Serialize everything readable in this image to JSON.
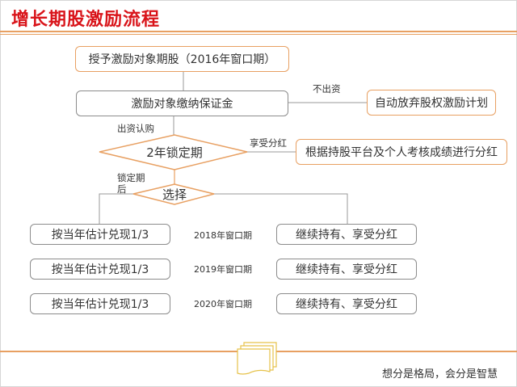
{
  "title": "增长期股激励流程",
  "nodes": {
    "grant": "授予激励对象期股（2016年窗口期）",
    "deposit": "激励对象缴纳保证金",
    "abandon": "自动放弃股权激励计划",
    "lockup": "2年锁定期",
    "dividend": "根据持股平台及个人考核成绩进行分红",
    "choose": "选择"
  },
  "edge_labels": {
    "no_invest": "不出资",
    "invest": "出资认购",
    "enjoy_dividend": "享受分红",
    "after_lockup": "锁定期后"
  },
  "rows": [
    {
      "left": "按当年估计兑现1/3",
      "window": "2018年窗口期",
      "right": "继续持有、享受分红"
    },
    {
      "left": "按当年估计兑现1/3",
      "window": "2019年窗口期",
      "right": "继续持有、享受分红"
    },
    {
      "left": "按当年估计兑现1/3",
      "window": "2020年窗口期",
      "right": "继续持有、享受分红"
    }
  ],
  "footer": {
    "slogan": "想分是格局，会分是智慧"
  },
  "colors": {
    "accent": "#e8a062",
    "title": "#d9141a",
    "gray_border": "#8c8c8c"
  }
}
